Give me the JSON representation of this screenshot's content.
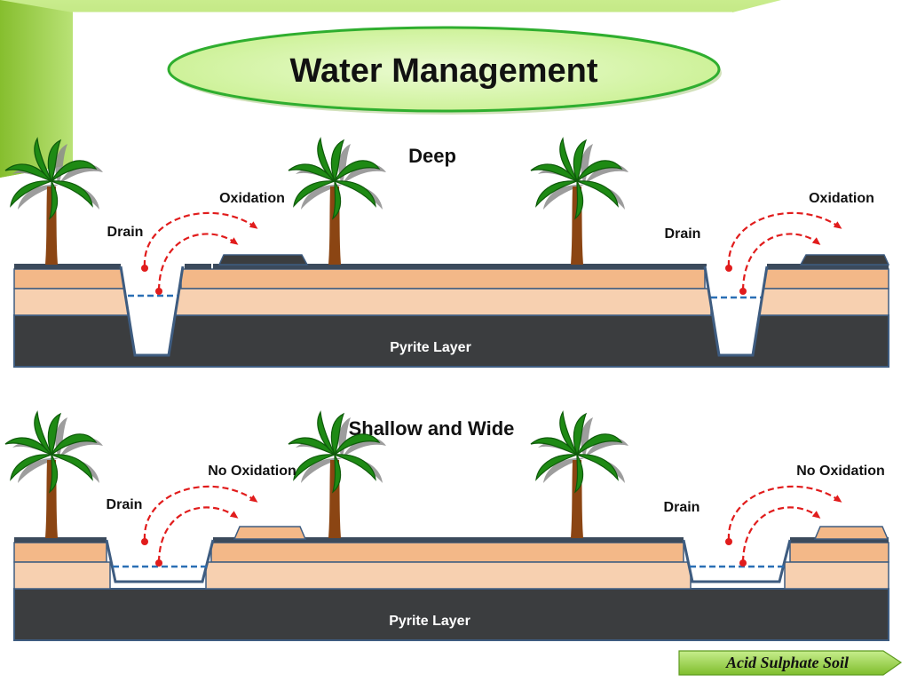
{
  "title": "Water Management",
  "sections": [
    {
      "heading": "Deep",
      "labels": {
        "drain_left": "Drain",
        "drain_right": "Drain",
        "oxidation_left": "Oxidation",
        "oxidation_right": "Oxidation",
        "pyrite": "Pyrite Layer"
      }
    },
    {
      "heading": "Shallow and Wide",
      "labels": {
        "drain_left": "Drain",
        "drain_right": "Drain",
        "oxidation_left": "No Oxidation",
        "oxidation_right": "No Oxidation",
        "pyrite": "Pyrite Layer"
      }
    }
  ],
  "footer": "Acid Sulphate Soil",
  "colors": {
    "accent_green": "#9acd32",
    "title_fill": "#d7f5b0",
    "soil_top": "#f3b888",
    "soil_mid": "#f7d0b0",
    "pyrite": "#3b3d3f",
    "outline": "#3e5c80",
    "water_line": "#2a6fb5",
    "arrow_red": "#e11c1c",
    "palm_leaf": "#1e8a14",
    "palm_trunk": "#8b4513"
  }
}
